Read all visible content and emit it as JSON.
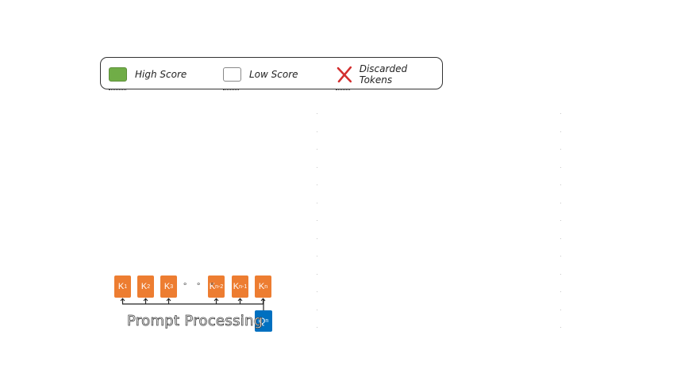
{
  "legend": {
    "high_score": {
      "label": "High Score",
      "color": "#70ad47"
    },
    "low_score": {
      "label": "Low Score",
      "color": "#ffffff"
    },
    "discarded": {
      "label": "Discarded Tokens",
      "color": "#d32f2f"
    }
  },
  "keys": [
    {
      "letter": "K",
      "sub": "1"
    },
    {
      "letter": "K",
      "sub": "2"
    },
    {
      "letter": "K",
      "sub": "3"
    },
    {
      "letter": "K",
      "sub": "n-2"
    },
    {
      "letter": "K",
      "sub": "n-1"
    },
    {
      "letter": "K",
      "sub": "n"
    }
  ],
  "key_color": "#ed7d31",
  "ellipsis": "∘ ∘ ∘",
  "query": {
    "letter": "Q",
    "sub": "n",
    "color": "#0070c0"
  },
  "stage_label": "Prompt Processing"
}
